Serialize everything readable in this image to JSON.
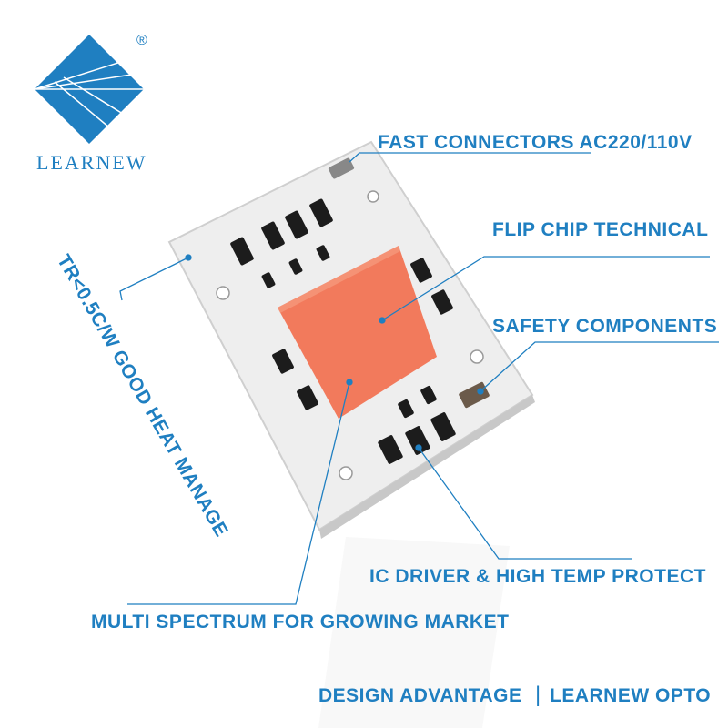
{
  "logo": {
    "wordmark": "LEARNEW",
    "registered": "®"
  },
  "callouts": {
    "fast_connectors": "FAST CONNECTORS AC220/110V",
    "flip_chip": "FLIP CHIP TECHNICAL",
    "safety": "SAFETY COMPONENTS",
    "ic_driver": "IC DRIVER & HIGH TEMP PROTECT",
    "multi_spectrum": "MULTI SPECTRUM FOR GROWING MARKET",
    "heat": "TR<0.5C/W GOOD HEAT MANAGE"
  },
  "footer": {
    "left": "DESIGN ADVANTAGE",
    "separator": "|",
    "right": "LEARNEW OPTO"
  },
  "colors": {
    "accent": "#1f7fc1",
    "board": "#f2f2f2",
    "led": "#f27a5c"
  }
}
